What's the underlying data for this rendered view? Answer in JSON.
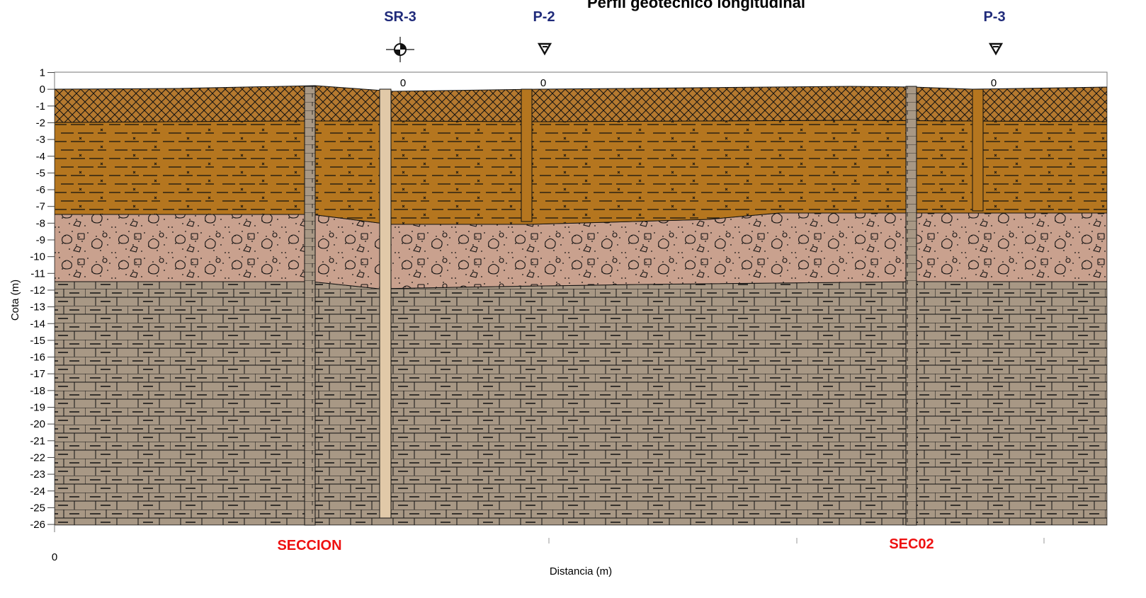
{
  "title": "Perfil geotécnico longitudinal",
  "axes": {
    "y_label": "Cota (m)",
    "x_label": "Distancia (m)",
    "x_tick_label": "0",
    "y_ticks": [
      "1",
      "0",
      "-1",
      "-2",
      "-3",
      "-4",
      "-5",
      "-6",
      "-7",
      "-8",
      "-9",
      "-10",
      "-11",
      "-12",
      "-13",
      "-14",
      "-15",
      "-16",
      "-17",
      "-18",
      "-19",
      "-20",
      "-21",
      "-22",
      "-23",
      "-24",
      "-25",
      "-26"
    ]
  },
  "boreholes": [
    {
      "name": "SR-3",
      "symbol": "sondeo-icon",
      "top_label": "0"
    },
    {
      "name": "P-2",
      "symbol": "water-level-icon",
      "top_label": "0"
    },
    {
      "name": "P-3",
      "symbol": "water-level-icon",
      "top_label": "0"
    }
  ],
  "sections": [
    {
      "name": "SECCION"
    },
    {
      "name": "SEC02"
    }
  ],
  "strata": [
    {
      "id": "relleno",
      "color": "#b5792f"
    },
    {
      "id": "limo-arcilloso",
      "color": "#b5761f"
    },
    {
      "id": "grava-arenosa",
      "color": "#c9a18e"
    },
    {
      "id": "roca-calcarea",
      "color": "#a89885"
    }
  ]
}
